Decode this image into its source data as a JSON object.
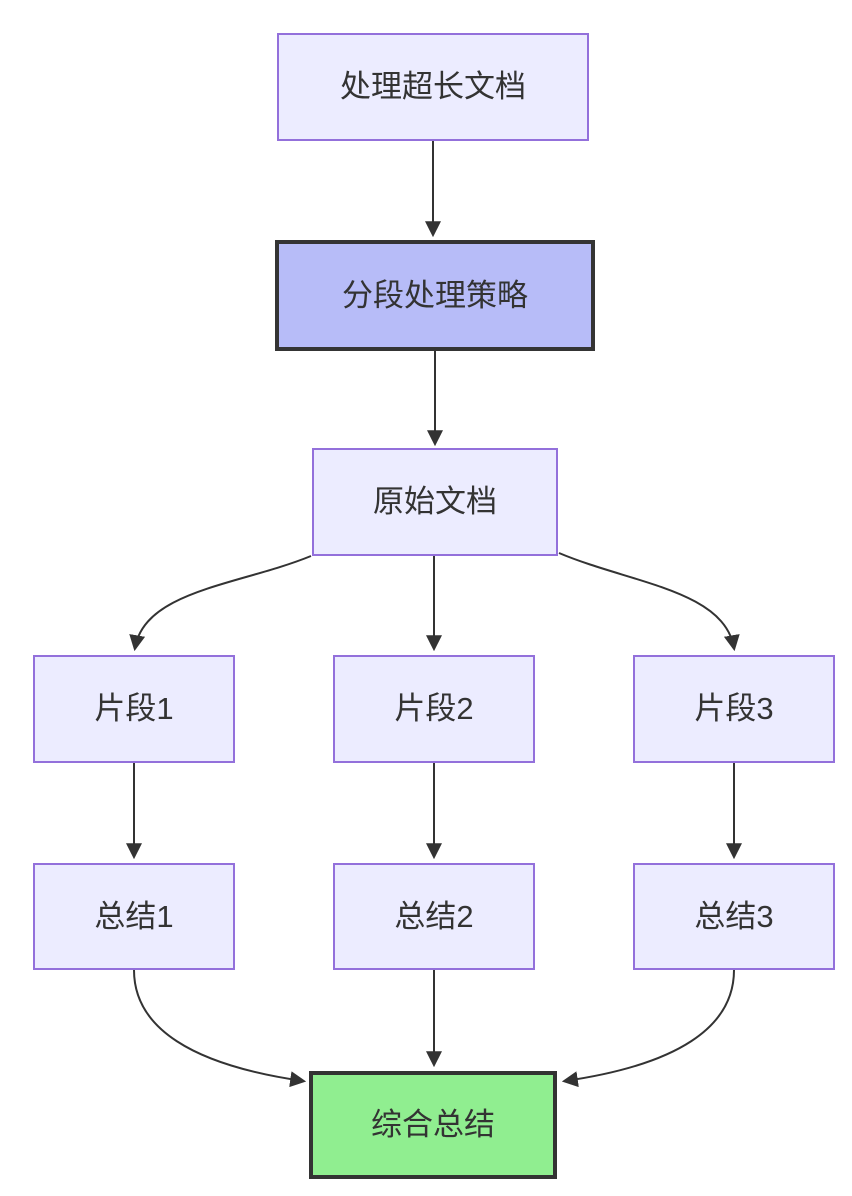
{
  "diagram": {
    "kind": "flowchart",
    "direction": "top-down",
    "nodes": {
      "root": {
        "label": "处理超长文档",
        "style": "default"
      },
      "strategy": {
        "label": "分段处理策略",
        "style": "highlight"
      },
      "source": {
        "label": "原始文档",
        "style": "default"
      },
      "seg1": {
        "label": "片段1",
        "style": "default"
      },
      "seg2": {
        "label": "片段2",
        "style": "default"
      },
      "seg3": {
        "label": "片段3",
        "style": "default"
      },
      "sum1": {
        "label": "总结1",
        "style": "default"
      },
      "sum2": {
        "label": "总结2",
        "style": "default"
      },
      "sum3": {
        "label": "总结3",
        "style": "default"
      },
      "final": {
        "label": "综合总结",
        "style": "result"
      }
    },
    "edges": [
      {
        "from": "root",
        "to": "strategy"
      },
      {
        "from": "strategy",
        "to": "source"
      },
      {
        "from": "source",
        "to": "seg1"
      },
      {
        "from": "source",
        "to": "seg2"
      },
      {
        "from": "source",
        "to": "seg3"
      },
      {
        "from": "seg1",
        "to": "sum1"
      },
      {
        "from": "seg2",
        "to": "sum2"
      },
      {
        "from": "seg3",
        "to": "sum3"
      },
      {
        "from": "sum1",
        "to": "final"
      },
      {
        "from": "sum2",
        "to": "final"
      },
      {
        "from": "sum3",
        "to": "final"
      }
    ],
    "colors": {
      "node_fill": "#ECECFF",
      "node_border": "#9370DB",
      "highlight_fill": "#B7BCF8",
      "highlight_border": "#343434",
      "result_fill": "#90EE90",
      "result_border": "#333333",
      "edge": "#333333",
      "text": "#333333",
      "background": "#FFFFFF"
    }
  }
}
